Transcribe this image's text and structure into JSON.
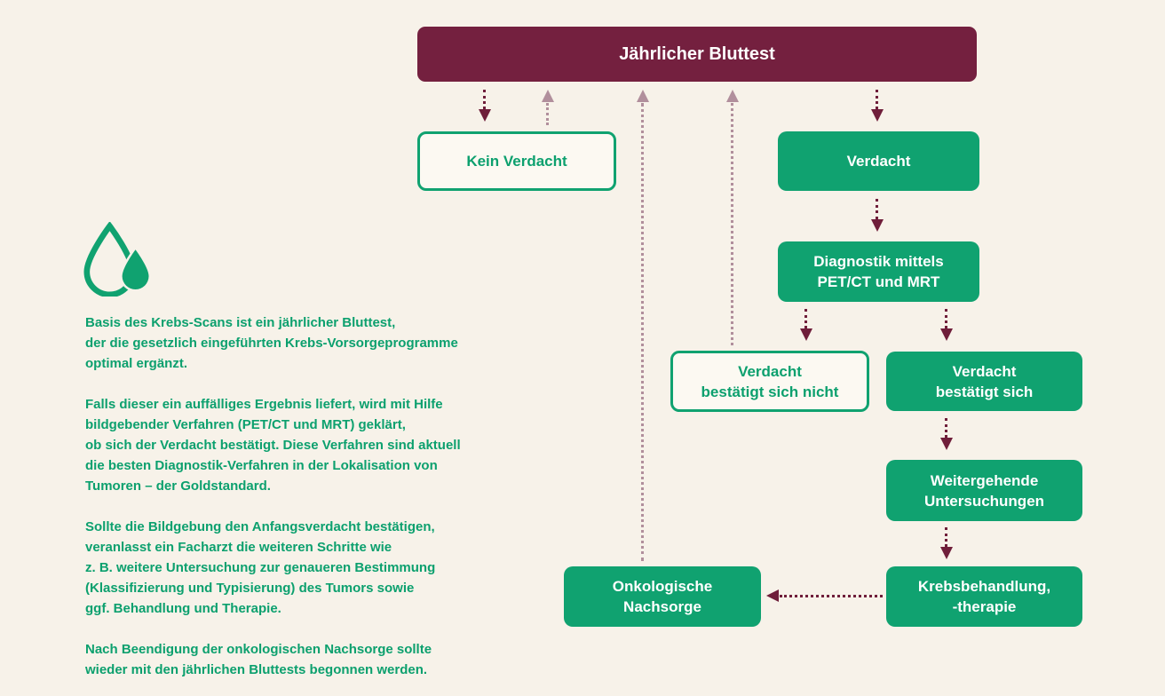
{
  "colors": {
    "background": "#f7f2e9",
    "dark_red": "#74203f",
    "arrow_dark_red": "#6f1e3a",
    "green": "#10a270",
    "mauve_return_arrow": "#b18f9c",
    "white": "#ffffff"
  },
  "icons": {
    "blood_drop": "blood-drop-icon"
  },
  "flowchart": {
    "title": "Jährlicher Bluttest",
    "nodes": {
      "kein_verdacht": "Kein Verdacht",
      "verdacht": "Verdacht",
      "diagnostik": "Diagnostik mittels\nPET/CT und MRT",
      "verdacht_nicht_bestaetigt": "Verdacht\nbestätigt sich nicht",
      "verdacht_bestaetigt": "Verdacht\nbestätigt sich",
      "weitergehende": "Weitergehende\nUntersuchungen",
      "krebsbehandlung": "Krebsbehandlung,\n-therapie",
      "nachsorge": "Onkologische\nNachsorge"
    }
  },
  "sidebar": {
    "paragraphs": [
      "Basis des Krebs-Scans ist ein jährlicher Bluttest,\nder die gesetzlich eingeführten Krebs-Vorsorgeprogramme\noptimal ergänzt.",
      "Falls dieser ein auffälliges Ergebnis liefert, wird mit Hilfe\nbildgebender Verfahren (PET/CT und MRT) geklärt,\nob sich der Verdacht bestätigt. Diese Verfahren sind aktuell\ndie besten Diagnostik-Verfahren in der Lokalisation von\nTumoren – der Goldstandard.",
      "Sollte die Bildgebung den Anfangsverdacht bestätigen,\nveranlasst ein Facharzt die weiteren Schritte wie\nz. B. weitere Untersuchung zur genaueren Bestimmung\n(Klassifizierung und Typisierung) des Tumors sowie\nggf. Behandlung und Therapie.",
      "Nach Beendigung der onkologischen Nachsorge sollte\nwieder mit den jährlichen Bluttests begonnen werden."
    ]
  }
}
